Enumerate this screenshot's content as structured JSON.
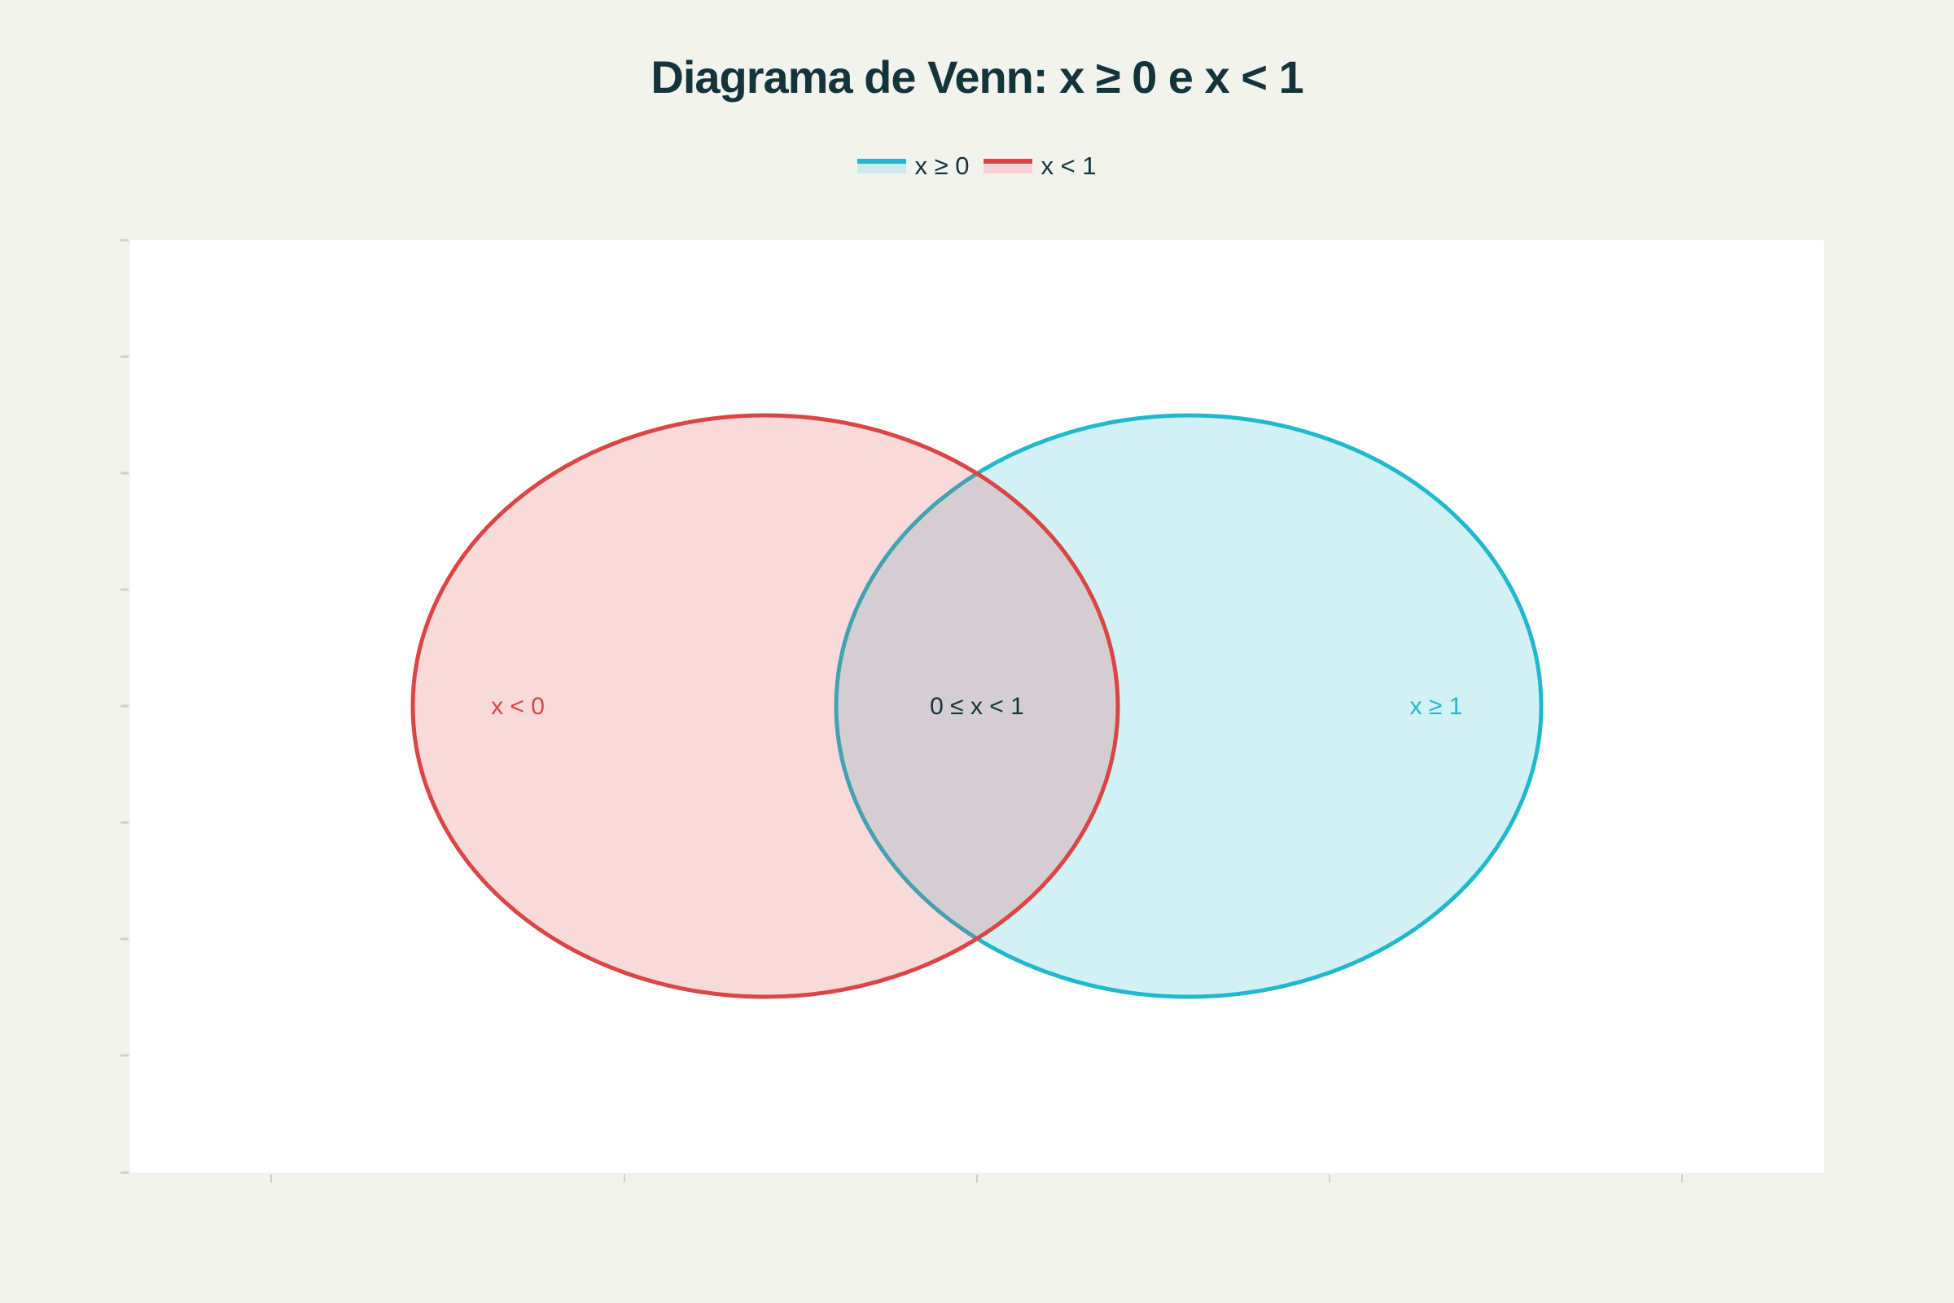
{
  "title": "Diagrama de Venn: x ≥ 0 e x < 1",
  "legend": [
    {
      "label": "x ≥ 0",
      "color": "#1fb8cd"
    },
    {
      "label": "x < 1",
      "color": "#db4545"
    }
  ],
  "regions": {
    "left": "x < 0",
    "center": "0 ≤ x < 1",
    "right": "x ≥ 1"
  },
  "colors": {
    "background": "#f3f3ee",
    "plot_background": "#ffffff",
    "title": "#13343b",
    "set_a": "#1fb8cd",
    "set_b": "#db4545"
  },
  "chart_data": {
    "type": "scatter",
    "title": "Diagrama de Venn: x ≥ 0 e x < 1",
    "xlabel": "",
    "ylabel": "",
    "xlim": [
      -1.2,
      1.2
    ],
    "ylim": [
      -0.8,
      0.8
    ],
    "x_ticks": [
      -1,
      -0.5,
      0,
      0.5,
      1
    ],
    "y_ticks": [
      -0.8,
      -0.6,
      -0.4,
      -0.2,
      0,
      0.2,
      0.4,
      0.6,
      0.8
    ],
    "tick_labels_visible": false,
    "grid": false,
    "legend_position": "top-center",
    "series": [
      {
        "name": "x ≥ 0",
        "shape": "circle",
        "center": [
          0.3,
          0
        ],
        "radius": 0.5,
        "color": "#1fb8cd",
        "fill": "toself"
      },
      {
        "name": "x < 1",
        "shape": "circle",
        "center": [
          -0.3,
          0
        ],
        "radius": 0.5,
        "color": "#db4545",
        "fill": "toself"
      }
    ],
    "annotations": [
      {
        "text": "x < 0",
        "x": -0.65,
        "y": 0,
        "color": "#db4545"
      },
      {
        "text": "0 ≤ x < 1",
        "x": 0,
        "y": 0,
        "color": "#13343b"
      },
      {
        "text": "x ≥ 1",
        "x": 0.65,
        "y": 0,
        "color": "#1fb8cd"
      }
    ]
  }
}
